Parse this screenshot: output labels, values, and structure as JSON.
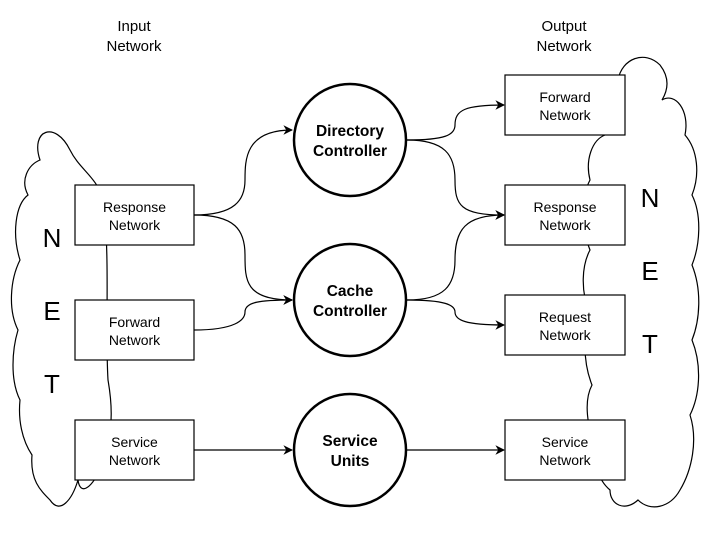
{
  "headers": {
    "input_line1": "Input",
    "input_line2": "Network",
    "output_line1": "Output",
    "output_line2": "Network"
  },
  "clouds": {
    "left": [
      "N",
      "E",
      "T"
    ],
    "right": [
      "N",
      "E",
      "T"
    ]
  },
  "input_boxes": [
    {
      "line1": "Response",
      "line2": "Network"
    },
    {
      "line1": "Forward",
      "line2": "Network"
    },
    {
      "line1": "Service",
      "line2": "Network"
    }
  ],
  "controllers": [
    {
      "line1": "Directory",
      "line2": "Controller"
    },
    {
      "line1": "Cache",
      "line2": "Controller"
    },
    {
      "line1": "Service",
      "line2": "Units"
    }
  ],
  "output_boxes": [
    {
      "line1": "Forward",
      "line2": "Network"
    },
    {
      "line1": "Response",
      "line2": "Network"
    },
    {
      "line1": "Request",
      "line2": "Network"
    },
    {
      "line1": "Service",
      "line2": "Network"
    }
  ],
  "colors": {
    "stroke": "#000000",
    "fill": "#ffffff"
  }
}
